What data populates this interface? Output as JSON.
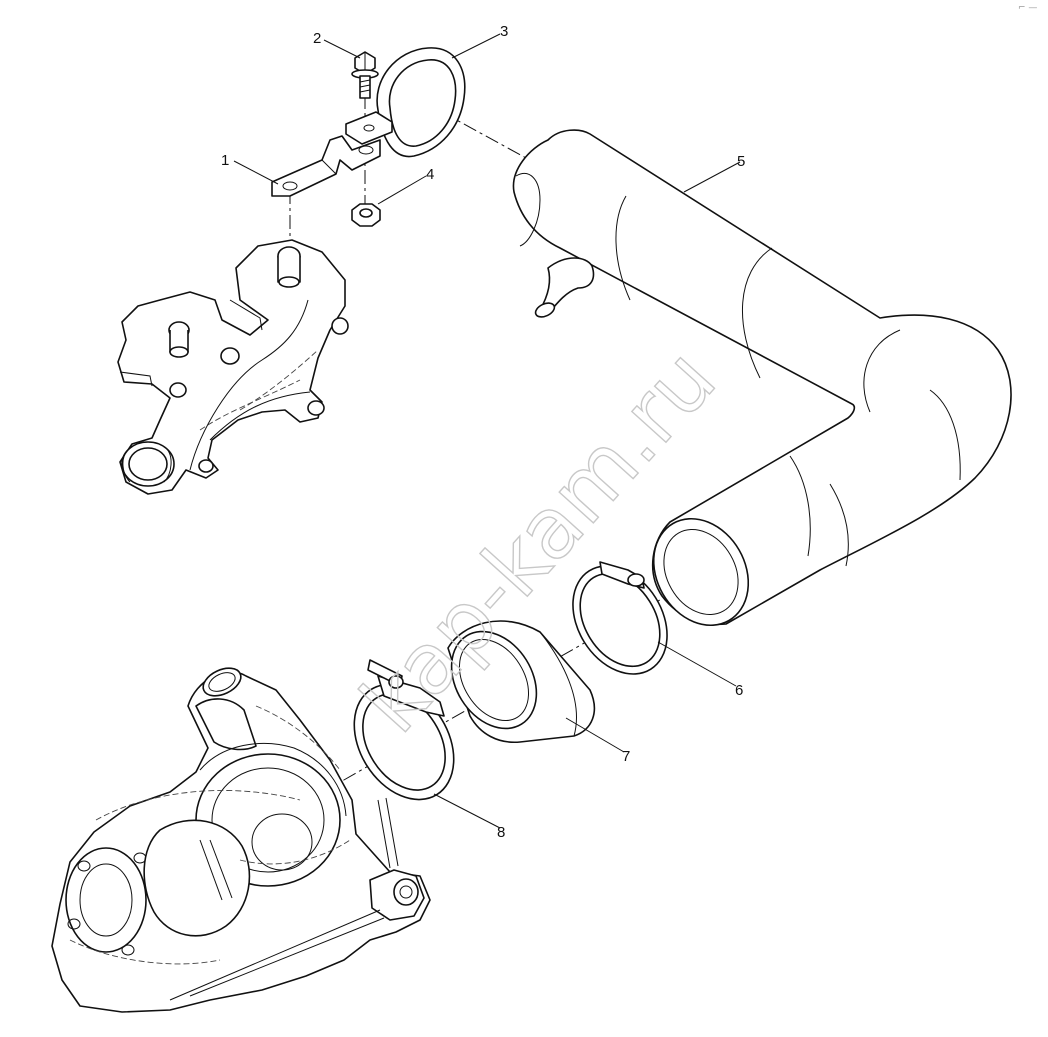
{
  "watermark": "kap-kam.ru",
  "corner_mark": "⌐ —",
  "callouts": [
    {
      "id": "1",
      "label": "1"
    },
    {
      "id": "2",
      "label": "2"
    },
    {
      "id": "3",
      "label": "3"
    },
    {
      "id": "4",
      "label": "4"
    },
    {
      "id": "5",
      "label": "5"
    },
    {
      "id": "6",
      "label": "6"
    },
    {
      "id": "7",
      "label": "7"
    },
    {
      "id": "8",
      "label": "8"
    }
  ]
}
